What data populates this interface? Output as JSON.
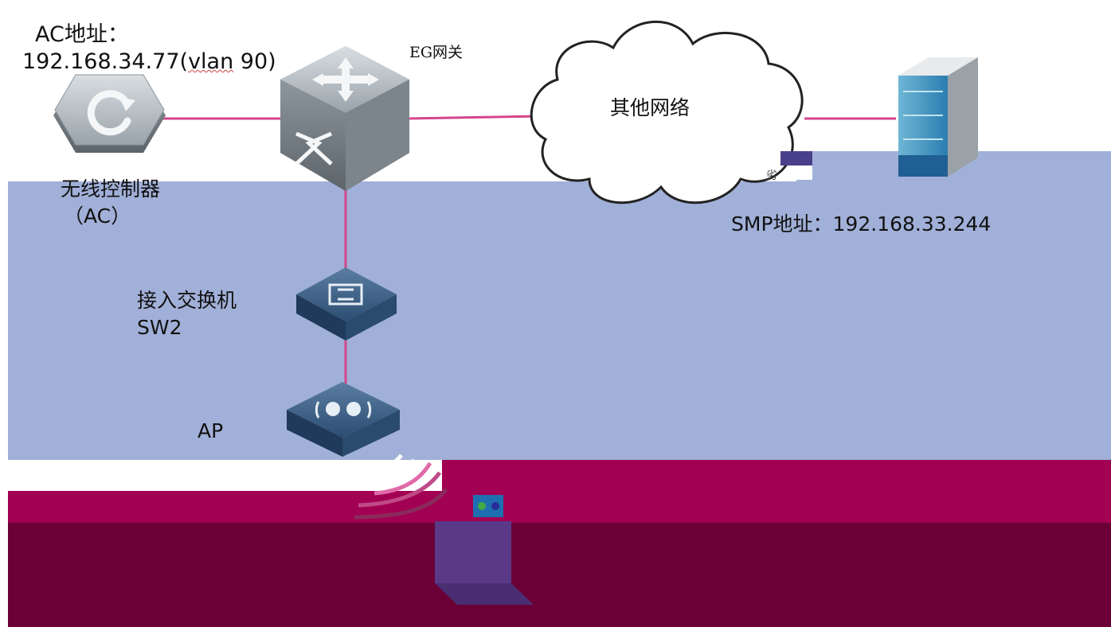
{
  "colors": {
    "band_blue": "#a1b0d8",
    "band_magenta": "#a20052",
    "band_wine": "#6b0036",
    "link": "#d4458b"
  },
  "nodes": {
    "ac": {
      "address_label": "AC地址：",
      "address_value": "192.168.34.77(",
      "address_vlan": "vlan",
      "address_tail": " 90)",
      "name": "无线控制器",
      "name_sub": "（AC）",
      "icon": "controller-icon"
    },
    "gateway": {
      "name": "EG网关",
      "icon": "router-switch-icon"
    },
    "cloud": {
      "name": "其他网络",
      "icon": "cloud-icon"
    },
    "smp": {
      "address": "SMP地址：192.168.33.244",
      "icon": "server-icon"
    },
    "access_switch": {
      "name": "接入交换机",
      "name_sub": "SW2",
      "icon": "switch-icon"
    },
    "ap": {
      "name": "AP",
      "icon": "access-point-icon"
    },
    "client": {
      "icon": "laptop-icon"
    }
  }
}
